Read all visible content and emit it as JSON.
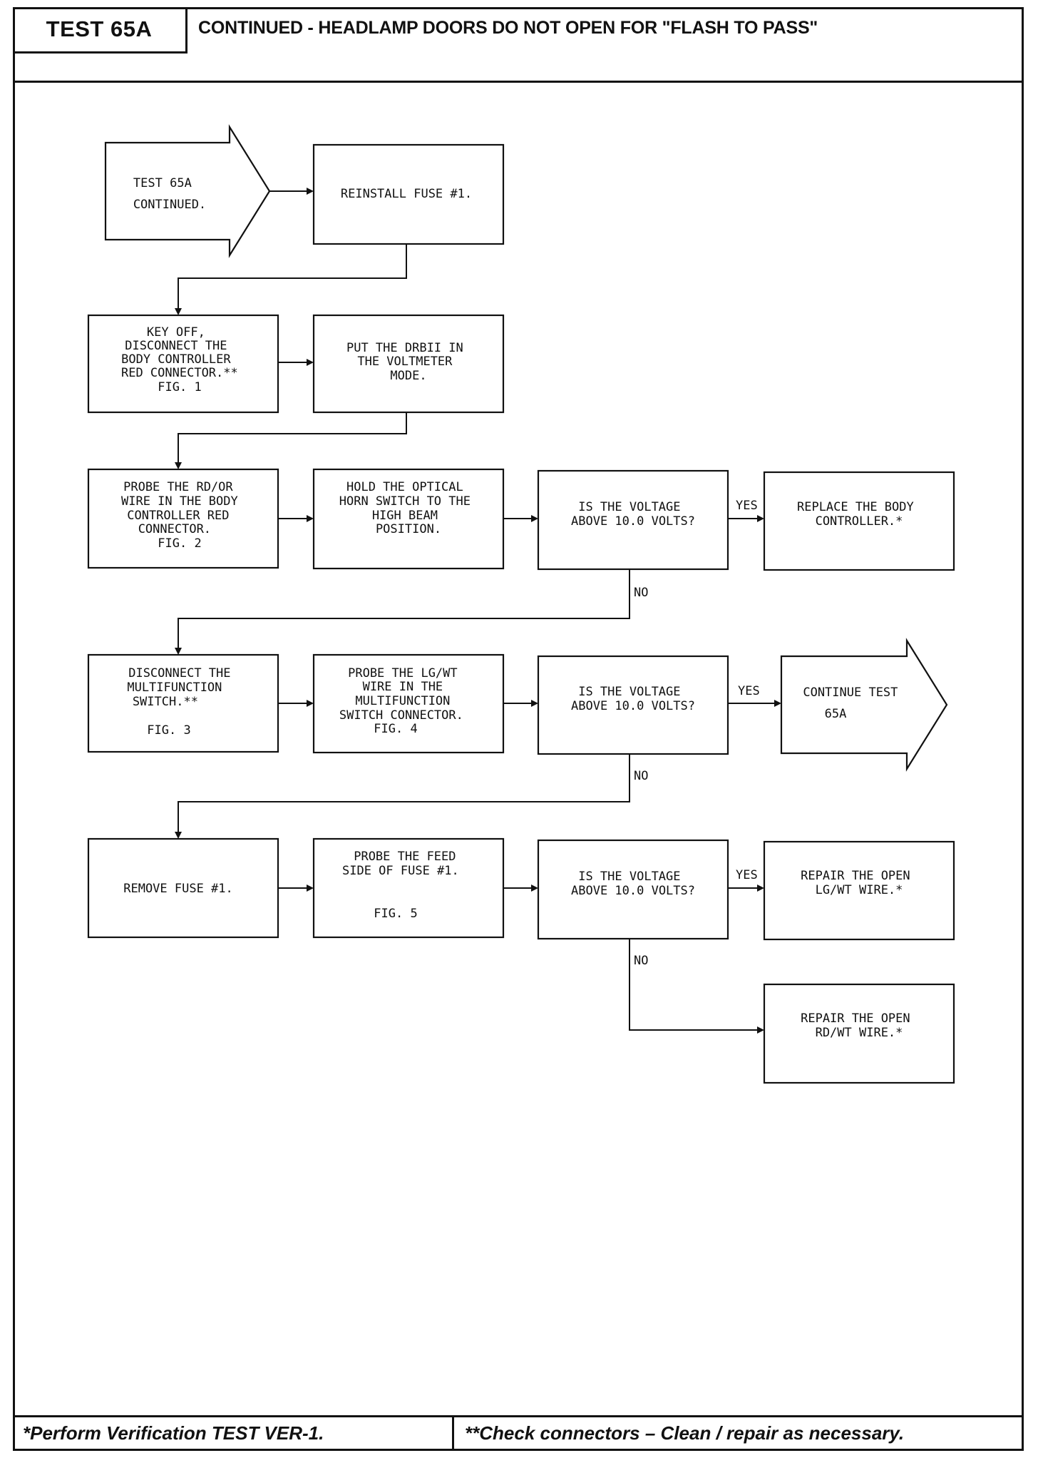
{
  "header": {
    "test_id": "TEST 65A",
    "title": "CONTINUED - HEADLAMP DOORS DO NOT OPEN FOR \"FLASH TO PASS\""
  },
  "flowchart": {
    "start": [
      "TEST 65A",
      "CONTINUED."
    ],
    "reinstall_fuse": [
      "REINSTALL FUSE #1."
    ],
    "key_off": [
      "KEY OFF,",
      "DISCONNECT THE",
      "BODY CONTROLLER",
      "RED CONNECTOR.**",
      "FIG. 1"
    ],
    "drbii_voltmeter": [
      "PUT THE DRBII IN",
      "THE VOLTMETER",
      "MODE."
    ],
    "probe_rd_or": [
      "PROBE THE RD/OR",
      "WIRE IN THE BODY",
      "CONTROLLER RED",
      "CONNECTOR.",
      "FIG. 2"
    ],
    "hold_horn": [
      "HOLD THE OPTICAL",
      "HORN SWITCH TO THE",
      "HIGH BEAM",
      "POSITION."
    ],
    "decision_1": [
      "IS THE VOLTAGE",
      "ABOVE 10.0 VOLTS?"
    ],
    "replace_controller": [
      "REPLACE THE BODY",
      "CONTROLLER.*"
    ],
    "disconnect_multifunction": [
      "DISCONNECT THE",
      "MULTIFUNCTION",
      "SWITCH.**",
      "",
      "FIG. 3"
    ],
    "probe_lg_wt": [
      "PROBE THE LG/WT",
      "WIRE IN THE",
      "MULTIFUNCTION",
      "SWITCH CONNECTOR.",
      "FIG. 4"
    ],
    "decision_2": [
      "IS THE VOLTAGE",
      "ABOVE 10.0 VOLTS?"
    ],
    "continue_test": [
      "CONTINUE TEST",
      "65A"
    ],
    "remove_fuse": [
      "REMOVE FUSE #1."
    ],
    "probe_feed": [
      "PROBE THE FEED",
      "SIDE OF FUSE #1.",
      "",
      "FIG. 5"
    ],
    "decision_3": [
      "IS THE VOLTAGE",
      "ABOVE 10.0 VOLTS?"
    ],
    "repair_lg_wt": [
      "REPAIR THE OPEN",
      "LG/WT WIRE.*"
    ],
    "repair_rd_wt": [
      "REPAIR THE OPEN",
      "RD/WT WIRE.*"
    ],
    "yes_label": "YES",
    "no_label": "NO"
  },
  "footer": {
    "verification_note": "*Perform Verification TEST VER-1.",
    "connectors_note": "**Check connectors – Clean / repair as necessary."
  }
}
